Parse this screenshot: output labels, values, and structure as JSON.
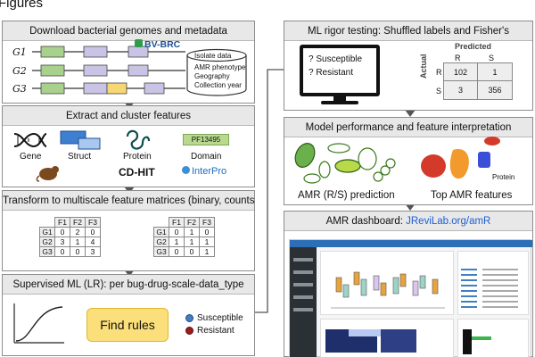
{
  "heading": "Figures",
  "panels": {
    "download": {
      "title": "Download bacterial genomes and metadata",
      "genomes": [
        "G1",
        "G2",
        "G3"
      ],
      "brand": "BV-BRC",
      "db": {
        "title": "Isolate data",
        "fields": [
          "AMR phenotype",
          "Geography",
          "Collection year"
        ]
      }
    },
    "extract": {
      "title": "Extract and cluster features",
      "items": [
        "Gene",
        "Struct",
        "Protein",
        "Domain"
      ],
      "pfam": "PF13495",
      "tool1": "CD-HIT",
      "tool2": "InterPro"
    },
    "transform": {
      "title": "Transform to multiscale feature matrices (binary, counts)",
      "col_headers": [
        "F1",
        "F2",
        "F3"
      ],
      "row_headers": [
        "G1",
        "G2",
        "G3"
      ],
      "counts": [
        [
          "0",
          "2",
          "0"
        ],
        [
          "3",
          "1",
          "4"
        ],
        [
          "0",
          "0",
          "3"
        ]
      ],
      "binary": [
        [
          "0",
          "1",
          "0"
        ],
        [
          "1",
          "1",
          "1"
        ],
        [
          "0",
          "0",
          "1"
        ]
      ]
    },
    "supervised": {
      "title": "Supervised ML (LR): per bug-drug-scale-data_type",
      "button": "Find rules",
      "legend": [
        "Susceptible",
        "Resistant"
      ],
      "colors": {
        "susceptible": "#3f7fc4",
        "resistant": "#9e1b1b"
      }
    },
    "rigor": {
      "title": "ML rigor testing: Shuffled labels and Fisher's",
      "screen": [
        "? Susceptible",
        "? Resistant"
      ],
      "predicted": "Predicted",
      "actual": "Actual",
      "cols": [
        "R",
        "S"
      ],
      "rows": [
        "R",
        "S"
      ],
      "cells": [
        [
          "102",
          "1"
        ],
        [
          "3",
          "356"
        ]
      ]
    },
    "performance": {
      "title": "Model performance and feature interpretation",
      "left_caption": "AMR (R/S) prediction",
      "right_caption": "Top AMR features",
      "protein": "Protein"
    },
    "dashboard": {
      "title_prefix": "AMR dashboard: ",
      "link": "JReviLab.org/amR"
    }
  }
}
